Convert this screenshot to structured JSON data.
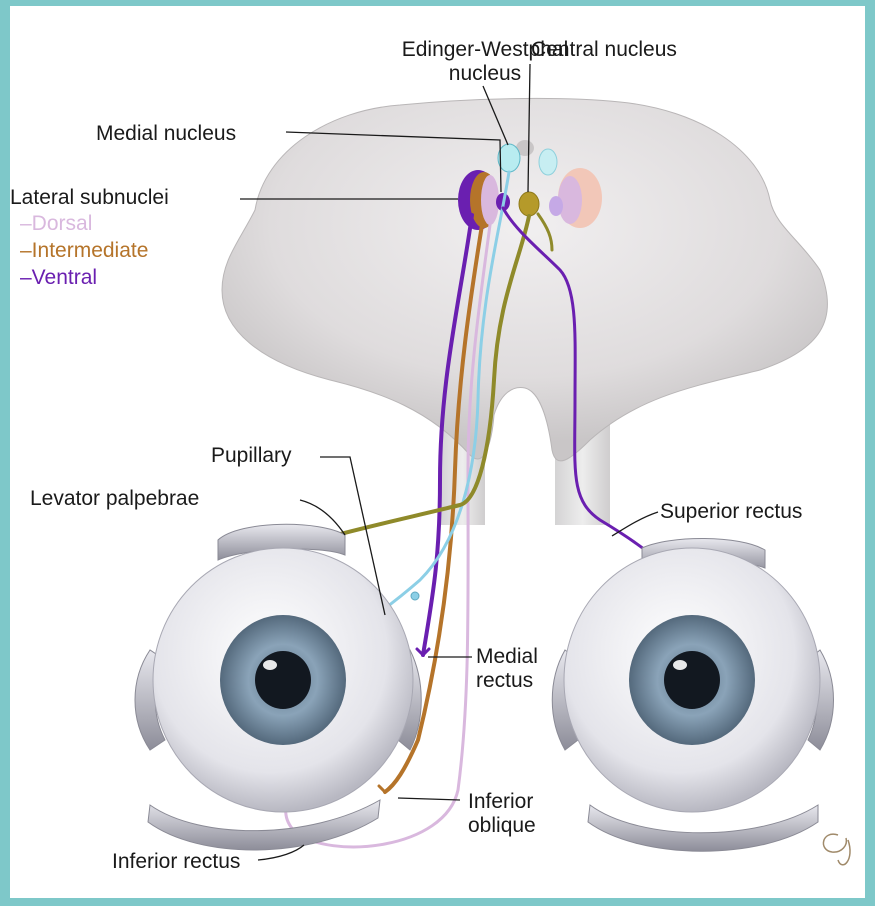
{
  "labels": {
    "edinger_westphal": [
      "Edinger-Westphal",
      "nucleus"
    ],
    "central_nucleus": "Central nucleus",
    "medial_nucleus": "Medial nucleus",
    "lateral_subnuclei": "Lateral subnuclei",
    "dorsal": "–Dorsal",
    "intermediate": "–Intermediate",
    "ventral": "–Ventral",
    "pupillary": "Pupillary",
    "levator_palpebrae": "Levator palpebrae",
    "superior_rectus": "Superior rectus",
    "medial_rectus": [
      "Medial",
      "rectus"
    ],
    "inferior_oblique": [
      "Inferior",
      "oblique"
    ],
    "inferior_rectus": "Inferior rectus"
  },
  "colors": {
    "frame": "#7ec8c9",
    "dorsal": "#d9b8de",
    "intermediate": "#b5742a",
    "ventral": "#6a1fb0",
    "olive": "#8f8a2a",
    "lightblue": "#8ccfe6",
    "midbrain": "#e2dfe0",
    "iris": "#7d97ad"
  }
}
